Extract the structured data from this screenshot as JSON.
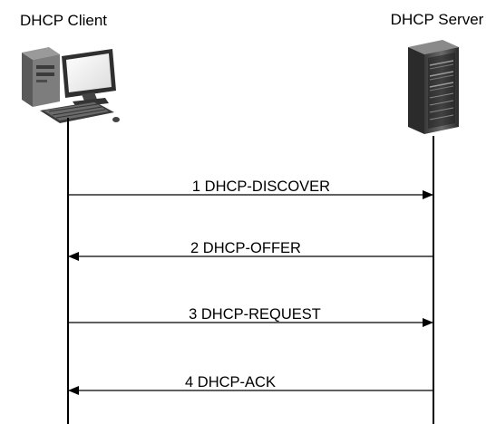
{
  "participants": [
    {
      "id": "client",
      "title": "DHCP Client",
      "icon": "desktop-computer-icon"
    },
    {
      "id": "server",
      "title": "DHCP Server",
      "icon": "tower-server-icon"
    }
  ],
  "messages": [
    {
      "label": "1 DHCP-DISCOVER",
      "from": "client",
      "to": "server"
    },
    {
      "label": "2 DHCP-OFFER",
      "from": "server",
      "to": "client"
    },
    {
      "label": "3 DHCP-REQUEST",
      "from": "client",
      "to": "server"
    },
    {
      "label": "4 DHCP-ACK",
      "from": "server",
      "to": "client"
    }
  ]
}
